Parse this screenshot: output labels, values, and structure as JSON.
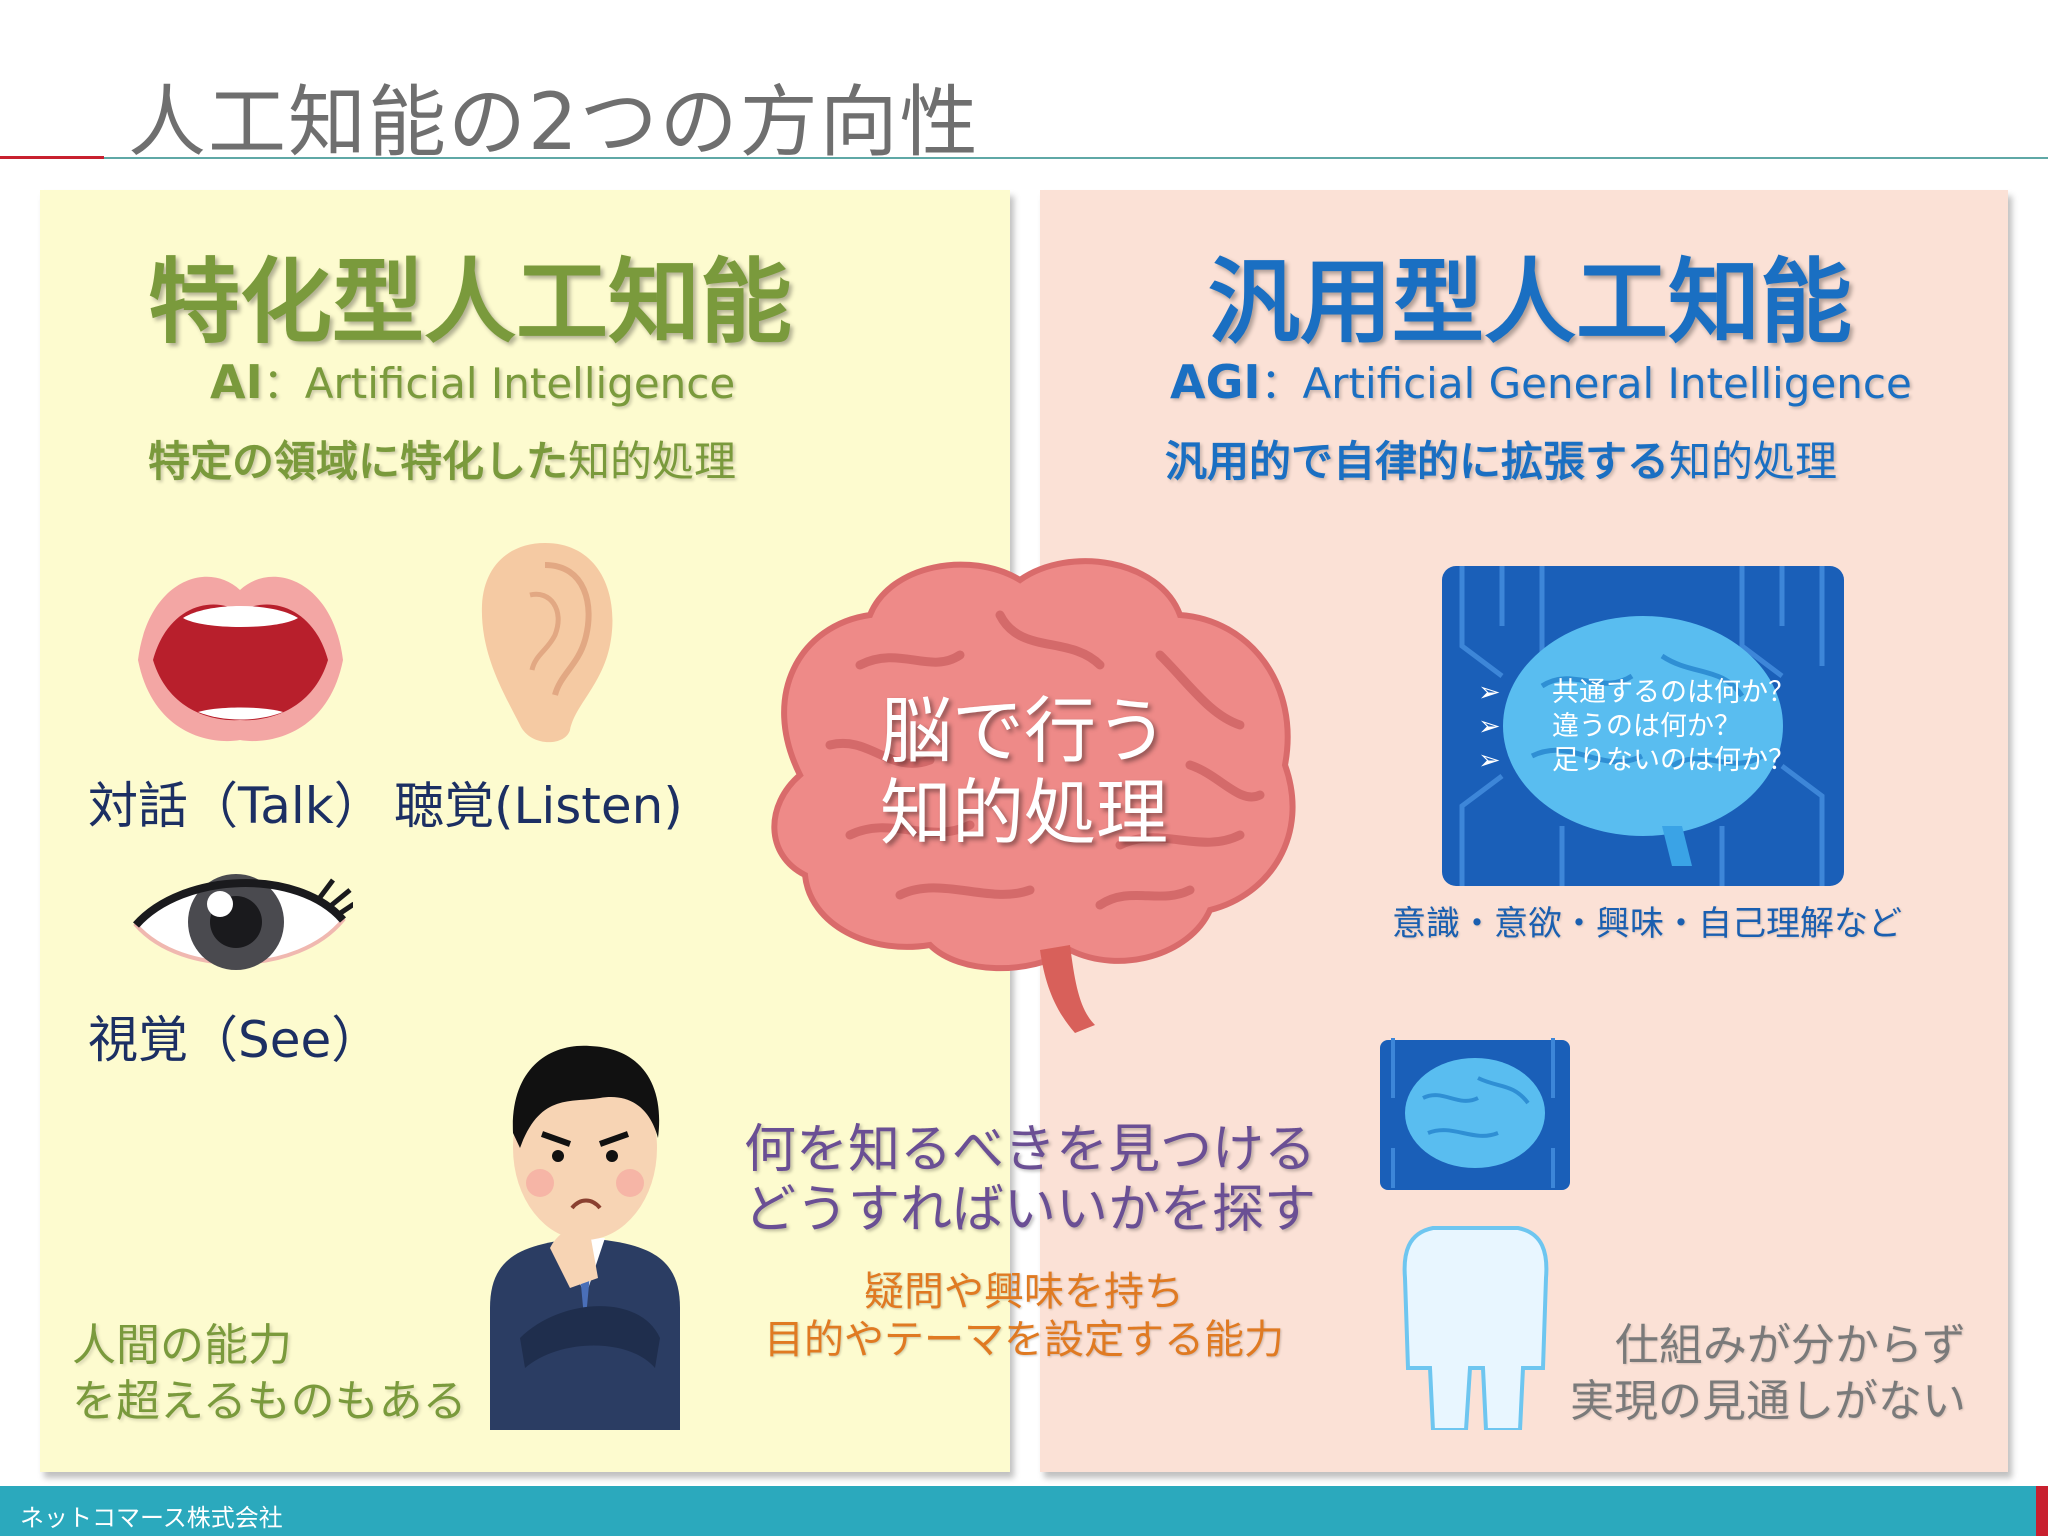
{
  "slide": {
    "title": "人工知能の2つの方向性"
  },
  "left": {
    "heading": "特化型人工知能",
    "abbr": "AI",
    "colon": "：",
    "full_name": "Artificial Intelligence",
    "desc_bold": "特定の領域に特化した",
    "desc_rest": "知的処理",
    "labels": {
      "talk": "対話（Talk）",
      "listen": "聴覚(Listen)",
      "see": "視覚（See）"
    },
    "human_note": [
      "人間の能力",
      "を超えるものもある"
    ],
    "icons": [
      "mouth-icon",
      "ear-icon",
      "eye-icon",
      "thinking-man-icon"
    ]
  },
  "center": {
    "brain_text": [
      "脳で行う",
      "知的処理"
    ],
    "question_lines": [
      "何を知るべきを見つける",
      "どうすればいいかを探す"
    ],
    "ability_lines": [
      "疑問や興味を持ち",
      "目的やテーマを設定する能力"
    ],
    "icon": "brain-icon"
  },
  "right": {
    "heading": "汎用型人工知能",
    "abbr": "AGI",
    "colon": "：",
    "full_name": "Artificial General Intelligence",
    "desc_bold": "汎用的で自律的に拡張する",
    "desc_rest": "知的処理",
    "bullet_marker": "➢",
    "bullets": [
      "共通するのは何か？",
      "違うのは何か？",
      "足りないのは何か？"
    ],
    "consciousness": "意識・意欲・興味・自己理解など",
    "unknown_note": [
      "仕組みが分からず",
      "実現の見通しがない"
    ],
    "icons": [
      "circuit-brain-icon",
      "robot-human-icon"
    ]
  },
  "footer": {
    "company": "ネットコマース株式会社"
  },
  "colors": {
    "left_bg": "#fdfbcf",
    "right_bg": "#fbe1d6",
    "green": "#7a9a3c",
    "blue": "#1a6fc2",
    "footer": "#2ba9bd",
    "accent_red": "#c8202f"
  }
}
